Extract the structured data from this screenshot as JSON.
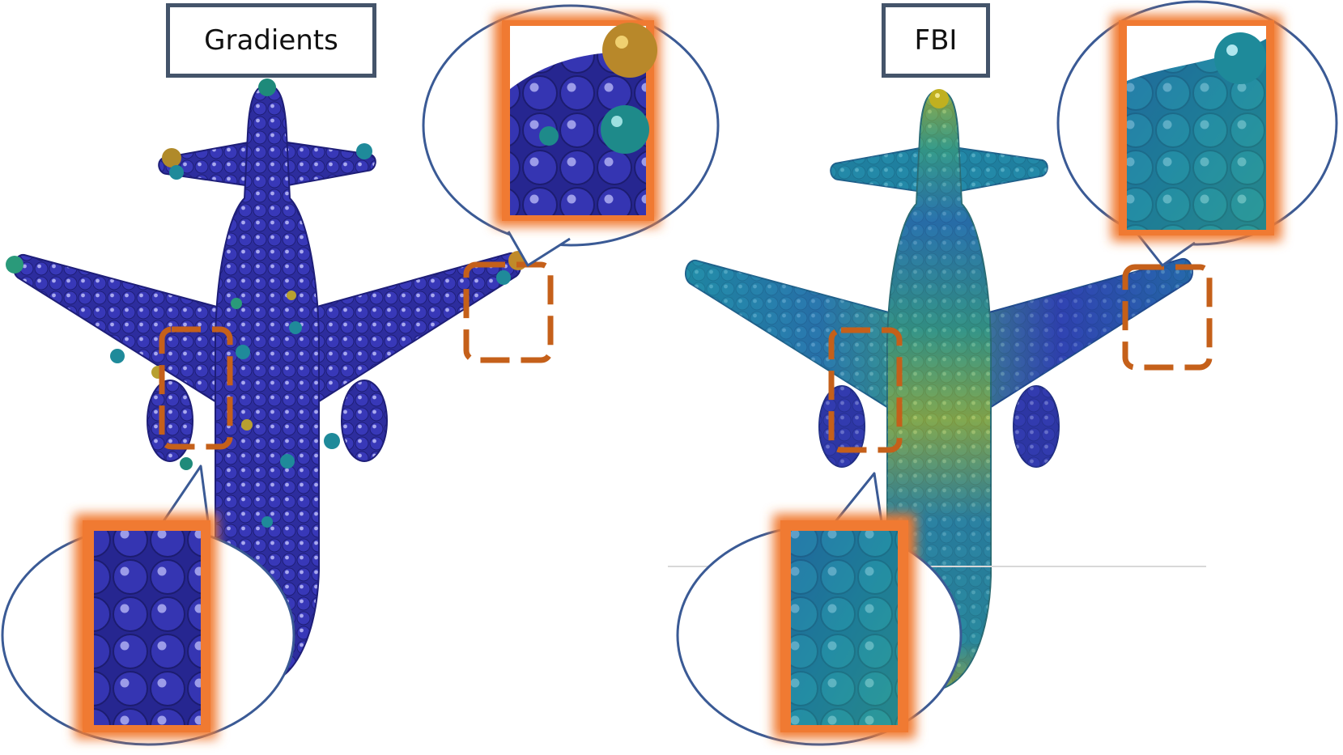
{
  "panels": [
    {
      "id": "gradients",
      "title": "Gradients"
    },
    {
      "id": "fbi",
      "title": "FBI"
    }
  ],
  "colors": {
    "title_border": "#44546a",
    "callout_border": "#3a5a95",
    "highlight_orange": "#c5601a",
    "zoom_glow": "#f07a32",
    "low_attribution": "#2e2ea8",
    "mid_attribution": "#1e8a9a",
    "high_attribution": "#b8b820",
    "peak_attribution": "#c7922a"
  }
}
